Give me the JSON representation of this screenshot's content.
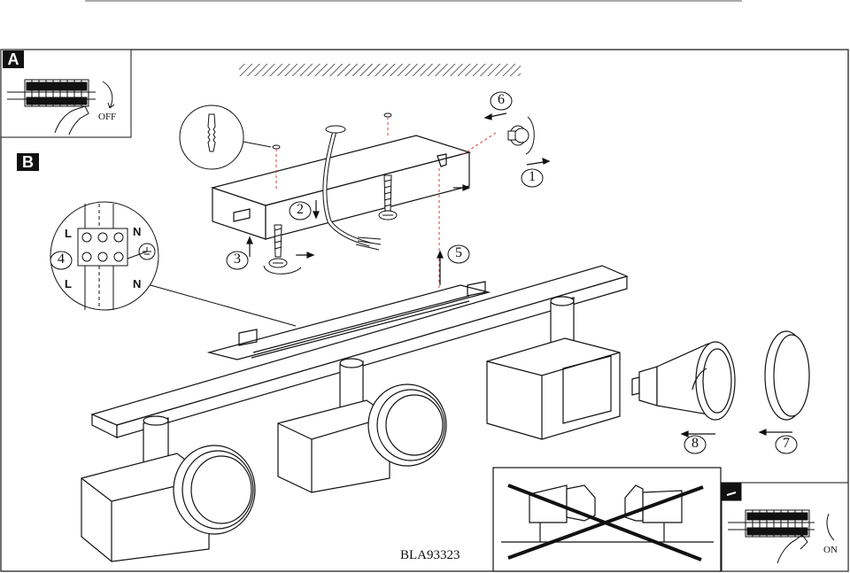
{
  "panels": {
    "A": {
      "label": "A",
      "switch_text": "OFF"
    },
    "B": {
      "label": "B"
    },
    "C": {
      "label": "",
      "switch_text": "ON"
    }
  },
  "steps": [
    "1",
    "2",
    "3",
    "4",
    "5",
    "6",
    "7",
    "8"
  ],
  "wiring": {
    "left": "L",
    "right": "N",
    "left_bottom": "L",
    "right_bottom": "N"
  },
  "model": "BLA93323",
  "colors": {
    "ink": "#111111",
    "guide": "#d04040",
    "paper": "#ffffff"
  }
}
